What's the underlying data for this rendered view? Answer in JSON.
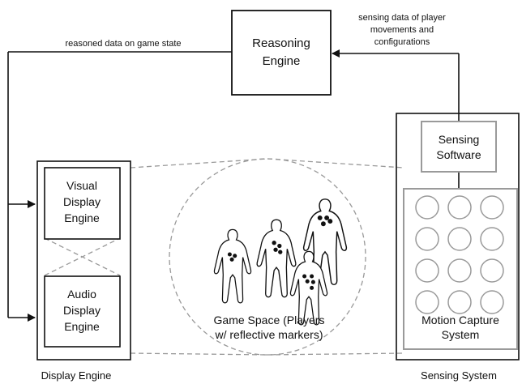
{
  "reasoning_engine": {
    "line1": "Reasoning",
    "line2": "Engine"
  },
  "arrow_labels": {
    "reasoned": "reasoned data on game state",
    "sensing_line1": "sensing data of player",
    "sensing_line2": "movements  and",
    "sensing_line3": "configurations"
  },
  "display_engine": {
    "caption": "Display Engine",
    "visual": {
      "line1": "Visual",
      "line2": "Display",
      "line3": "Engine"
    },
    "audio": {
      "line1": "Audio",
      "line2": "Display",
      "line3": "Engine"
    }
  },
  "game_space": {
    "line1": "Game Space (Players",
    "line2": "w/ reflective markers)"
  },
  "sensing_system": {
    "caption": "Sensing System",
    "software": {
      "line1": "Sensing",
      "line2": "Software"
    },
    "motion_capture": {
      "line1": "Motion Capture",
      "line2": "System"
    },
    "camera_grid": {
      "rows": 4,
      "cols": 3
    }
  },
  "colors": {
    "line": "#111111",
    "dashed": "#999999",
    "box_gray": "#9a9a9a"
  }
}
